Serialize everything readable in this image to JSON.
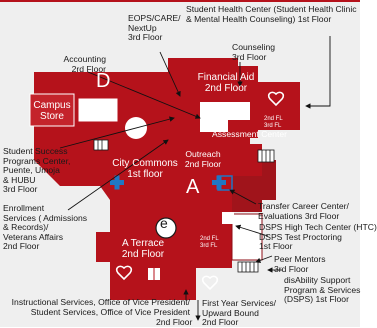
{
  "labels": {
    "eops": "EOPS/CARE/\nNextUp\n3rd Floor",
    "health": "Student Health Center (Student Health Clinic\n& Mental Health Counseling) 1st Floor",
    "accounting": "Accounting\n2rd Floor",
    "counseling": "Counseling\n3rd Floor",
    "success": "Student Success\nPrograms Center,\nPuente, Umoja\n& HUBU\n3rd Floor",
    "enrollment": "Enrollment\nServices ( Admissions\n& Records)/\nVeterans Affairs\n2nd Floor",
    "transfer": "Transfer Career Center/\nEvaluations 3rd Floor",
    "dsps_tech": "DSPS High Tech Center (HTC)\nDSPS Test Proctoring\n1st Floor",
    "peer": "Peer Mentors\n3rd Floor",
    "disability": "disAbility Support\nProgram & Services\n(DSPS) 1st Floor",
    "instructional": "Instructional Services, Office of Vice President/\nStudent Services, Office of Vice President",
    "instructional_floor": "2nd Floor",
    "first_year": "First Year Services/\nUpward Bound\n2nd Floor"
  },
  "buildings": {
    "d": "D",
    "a": "A",
    "e": "e",
    "campus_store": "Campus\nStore",
    "financial_aid": "Financial Aid\n2nd Floor",
    "assessment": "Assessment Center",
    "city_commons": "City Commons\n1st floor",
    "outreach": "Outreach\n2nd Floor",
    "a_terrace": "A Terrace\n2nd Floor",
    "stair_top": "2nd FL\n3rd FL",
    "stair_bottom": "2nd FL\n3rd FL"
  },
  "colors": {
    "building": "#b5121b",
    "building_dark": "#8e0e15",
    "accent_blue": "#1f77c4",
    "line": "#111111"
  },
  "icons": [
    "heart-icon",
    "elevator-icon",
    "stairs-icon",
    "first-aid-cross-icon"
  ]
}
